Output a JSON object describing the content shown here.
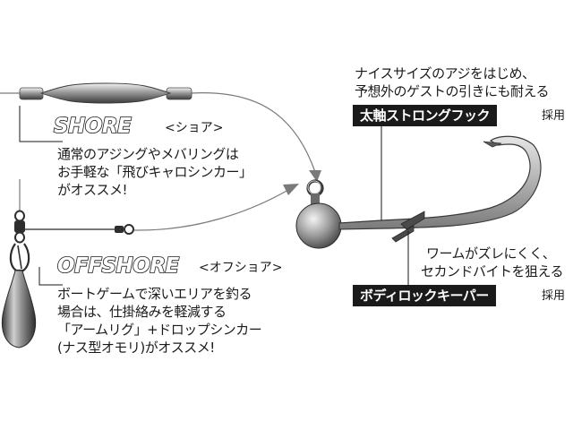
{
  "shore": {
    "title": "SHORE",
    "subtitle": "<ショア>",
    "description": [
      "通常のアジングやメバリングは",
      "お手軽な「飛びキャロシンカー」",
      "がオススメ!"
    ]
  },
  "offshore": {
    "title": "OFFSHORE",
    "subtitle": "<オフショア>",
    "description": [
      "ボートゲームで深いエリアを釣る",
      "場合は、仕掛絡みを軽減する",
      "「アームリグ」+ドロップシンカー",
      "(ナス型オモリ)がオススメ!"
    ]
  },
  "hook_callout": {
    "description": [
      "ナイスサイズのアジをはじめ、",
      "予想外のゲストの引きにも耐える"
    ],
    "label": "太軸ストロングフック",
    "suffix": "採用"
  },
  "keeper_callout": {
    "description": [
      "ワームがズレにくく、",
      "セカンドバイトを狙える"
    ],
    "label": "ボディロックキーパー",
    "suffix": "採用"
  },
  "colors": {
    "ink": "#1a1a1a",
    "metal_light": "#d8d8d8",
    "metal_dark": "#4a4a4a",
    "line_gray": "#7a7a7a"
  }
}
